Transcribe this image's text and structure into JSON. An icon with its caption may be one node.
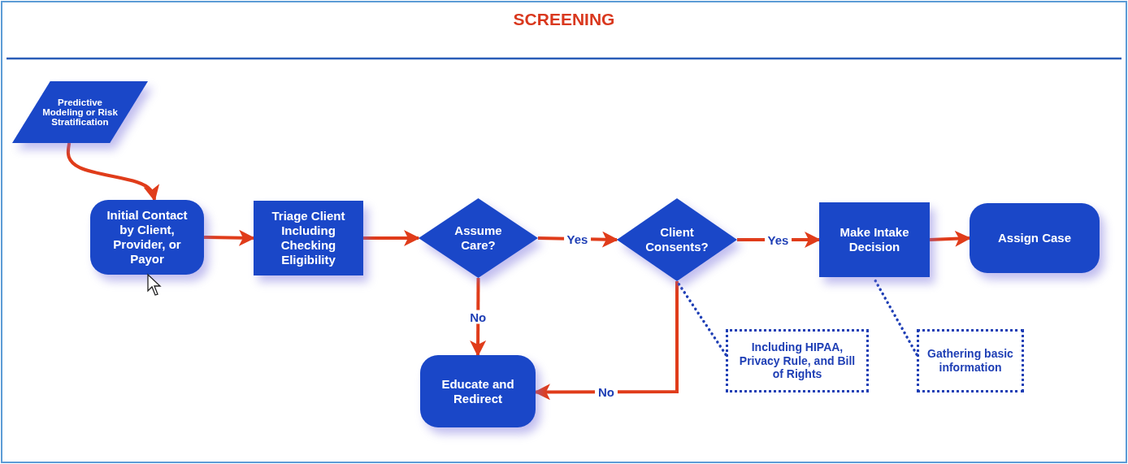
{
  "diagram": {
    "title": "SCREENING",
    "nodes": [
      {
        "text": [
          "Predictive Modeling or Risk Stratification"
        ]
      },
      {
        "text": [
          "Initial Contact by Client, Provider, or Payor"
        ]
      },
      {
        "text": [
          "Triage Client Including Checking Eligibility"
        ]
      },
      {
        "text": [
          "Assume Care?"
        ]
      },
      {
        "text": [
          "Client Consents?"
        ]
      },
      {
        "text": [
          "Make Intake Decision"
        ]
      },
      {
        "text": [
          "Assign Case"
        ]
      },
      {
        "text": [
          "Educate and Redirect"
        ]
      },
      {
        "text": [
          "Including HIPAA, Privacy Rule, and Bill of Rights"
        ]
      },
      {
        "text": [
          "Gathering basic information"
        ]
      }
    ],
    "edges": [
      {
        "from": 0,
        "to": 1,
        "arrow": "to"
      },
      {
        "from": 1,
        "to": 2,
        "arrow": "to"
      },
      {
        "from": 2,
        "to": 3,
        "arrow": "to"
      },
      {
        "from": 3,
        "to": 4,
        "arrow": "to",
        "label": "Yes"
      },
      {
        "from": 4,
        "to": 5,
        "arrow": "to",
        "label": "Yes"
      },
      {
        "from": 5,
        "to": 6,
        "arrow": "to"
      },
      {
        "from": 3,
        "to": 7,
        "arrow": "to",
        "label": "No"
      },
      {
        "from": 4,
        "to": 7,
        "arrow": "to",
        "label": "No"
      },
      {
        "from": 8,
        "to": 4,
        "arrow": "none",
        "style": "dashed",
        "color": "#1f3fb5"
      },
      {
        "from": 9,
        "to": 5,
        "arrow": "none",
        "style": "dashed",
        "color": "#1f3fb5"
      }
    ]
  }
}
